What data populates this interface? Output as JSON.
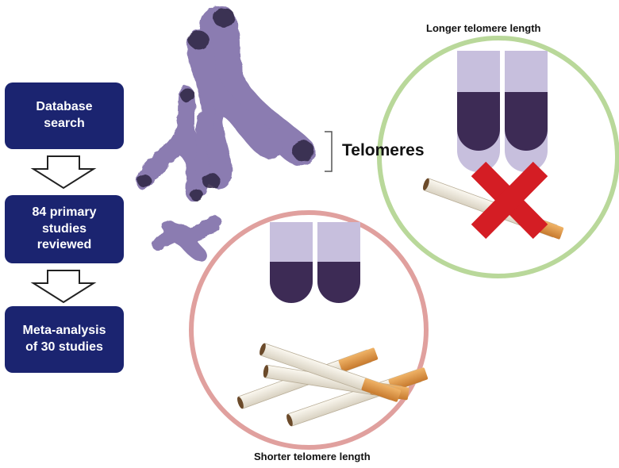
{
  "flow": {
    "steps": [
      {
        "label": "Database\nsearch"
      },
      {
        "label": "84 primary\nstudies\nreviewed"
      },
      {
        "label": "Meta-analysis\nof 30 studies"
      }
    ]
  },
  "labels": {
    "telomeres": "Telomeres",
    "longer": "Longer telomere length",
    "shorter": "Shorter telomere length"
  },
  "colors": {
    "flow_box": "#1b2470",
    "longer_ring": "#b9d89a",
    "shorter_ring": "#e0a09e",
    "chromosome": "#8b7cb1",
    "telomere_cap": "#3d2b55",
    "chromatid_light": "#c7bfdd",
    "cross": "#d41d24"
  },
  "icons": [
    "chromosome-icon",
    "cigarette-icon",
    "red-x-icon",
    "down-arrow-icon"
  ]
}
